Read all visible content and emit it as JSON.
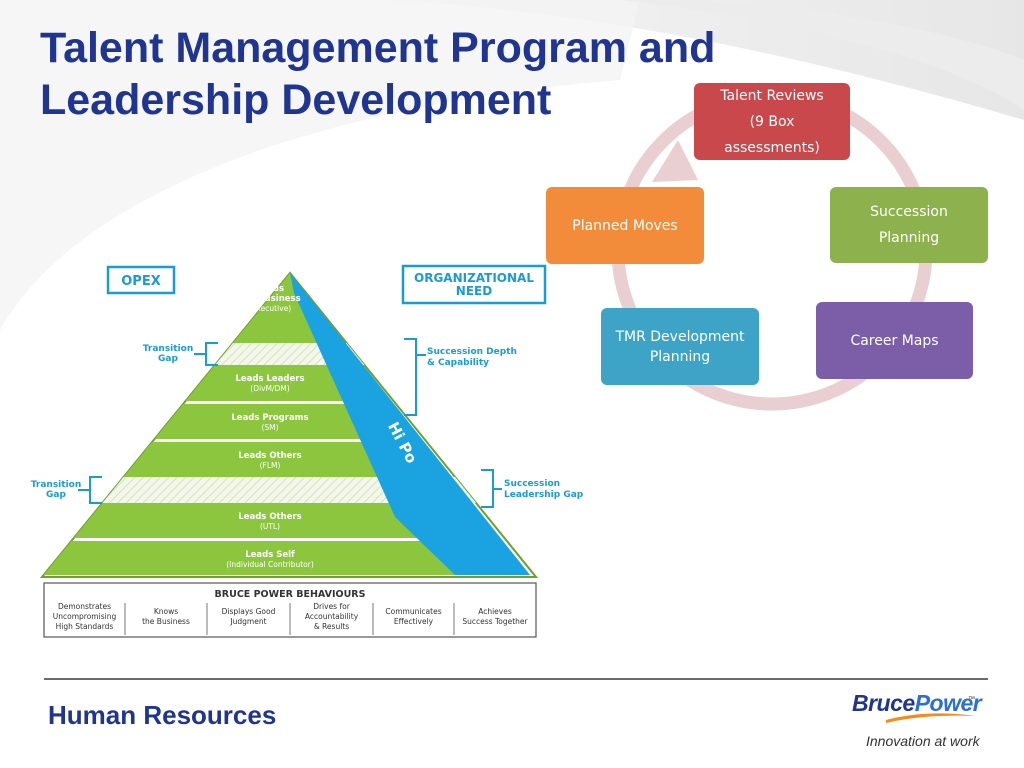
{
  "title": {
    "line1": "Talent Management Program and",
    "line2": "Leadership Development"
  },
  "cycle": [
    {
      "label": "Talent Reviews\n(9 Box assessments)",
      "color": "#c8484b"
    },
    {
      "label": "Succession Planning",
      "color": "#8db24d"
    },
    {
      "label": "Career Maps",
      "color": "#7b5ea7"
    },
    {
      "label": "TMR Development Planning",
      "color": "#3da4c7"
    },
    {
      "label": "Planned Moves",
      "color": "#f28c3a"
    }
  ],
  "pyramid": {
    "opex_label": "OPEX",
    "org_need_label": "ORGANIZATIONAL\nNEED",
    "hipo_label": "Hi Po",
    "transition_gap_top": "Transition\nGap",
    "transition_gap_bottom": "Transition\nGap",
    "succession_depth": "Succession Depth\n& Capability",
    "succession_leadership_gap": "Succession\nLeadership Gap",
    "levels": [
      {
        "title": "Leads\nthe Business",
        "sub": "(Executive)"
      },
      {
        "title": "Leads Leaders",
        "sub": "(DivM/DM)"
      },
      {
        "title": "Leads Programs",
        "sub": "(SM)"
      },
      {
        "title": "Leads Others",
        "sub": "(FLM)"
      },
      {
        "title": "Leads Others",
        "sub": "(UTL)"
      },
      {
        "title": "Leads Self",
        "sub": "(Individual Contributor)"
      }
    ],
    "behaviours_title": "BRUCE POWER BEHAVIOURS",
    "behaviours": [
      "Demonstrates\nUncompromising\nHigh Standards",
      "Knows\nthe Business",
      "Displays Good\nJudgment",
      "Drives for\nAccountability\n& Results",
      "Communicates\nEffectively",
      "Achieves\nSuccess Together"
    ],
    "colors": {
      "green": "#8cc63f",
      "green_dark": "#6f9f2e",
      "hatch": "#e8efd8",
      "hipo": "#1aa3e0",
      "label_blue": "#1a9bd6"
    }
  },
  "footer": {
    "department": "Human Resources",
    "logo_word1": "Bruce",
    "logo_word2": "Power",
    "logo_tm": "™",
    "tagline": "Innovation at work"
  }
}
